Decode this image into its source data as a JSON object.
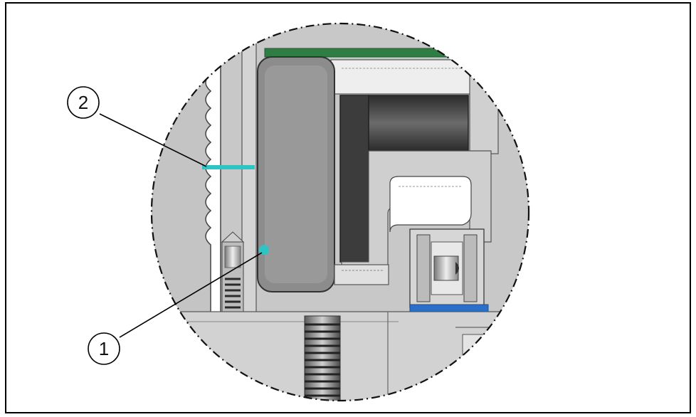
{
  "diagram": {
    "callouts": [
      {
        "id": "1",
        "label": "1"
      },
      {
        "id": "2",
        "label": "2"
      }
    ]
  },
  "colors": {
    "frame": "#000000",
    "housing_gray": "#c6c6c6",
    "inner_gray": "#dcdcdc",
    "seal_ring": "#8a8a8a",
    "dark_block": "#3a3a3a",
    "green_strip": "#2f7d45",
    "cyan_marker": "#2ec4c4",
    "blue_plate": "#2a6fc9",
    "white_gap": "#ffffff"
  }
}
